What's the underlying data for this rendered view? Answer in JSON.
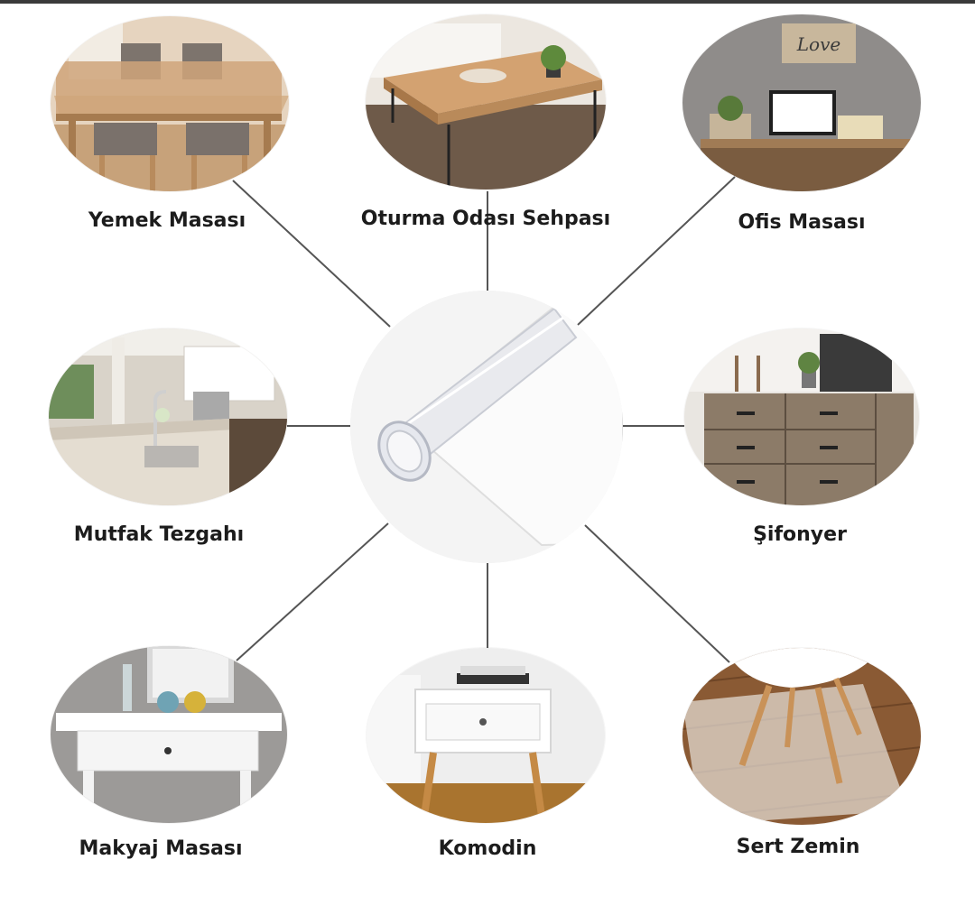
{
  "center_icon": "clear-plastic-film-roll",
  "items": [
    {
      "label": "Yemek Masası",
      "icon": "dining-table-photo"
    },
    {
      "label": "Oturma Odası Sehpası",
      "icon": "coffee-table-photo"
    },
    {
      "label": "Ofis Masası",
      "icon": "office-desk-photo"
    },
    {
      "label": "Mutfak Tezgahı",
      "icon": "kitchen-counter-photo"
    },
    {
      "label": "Şifonyer",
      "icon": "dresser-photo"
    },
    {
      "label": "Makyaj Masası",
      "icon": "vanity-table-photo"
    },
    {
      "label": "Komodin",
      "icon": "nightstand-photo"
    },
    {
      "label": "Sert Zemin",
      "icon": "hard-floor-photo"
    }
  ],
  "photo_text": {
    "love_sign": "Love"
  }
}
